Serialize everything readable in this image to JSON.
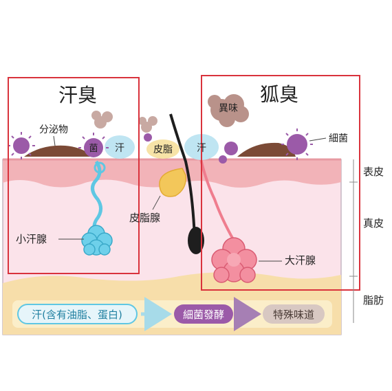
{
  "titles": {
    "sweat_odor": "汗臭",
    "fox_odor": "狐臭"
  },
  "surface_labels": {
    "secretion": "分泌物",
    "bacteria_small": "菌",
    "sweat_left": "汗",
    "sebum": "皮脂",
    "sweat_right": "汗",
    "odor_cloud": "異味",
    "bacteria": "細菌"
  },
  "gland_labels": {
    "small_sweat_gland": "小汗腺",
    "sebaceous_gland": "皮脂腺",
    "large_sweat_gland": "大汗腺"
  },
  "layer_labels": {
    "epidermis": "表皮",
    "dermis": "真皮",
    "fat": "脂肪"
  },
  "flow": {
    "step1": "汗(含有油脂、蛋白)",
    "step2": "細菌發酵",
    "step3": "特殊味道"
  },
  "colors": {
    "frame_red": "#d9323c",
    "skin_pink": "#f2b3b8",
    "dermis_pink": "#fbe3ea",
    "fat_yellow": "#f7deaa",
    "sweat_blue": "#5fc7e3",
    "bacteria_purple": "#9b5aa8",
    "sebum_yellow": "#f3c75a",
    "gland_pink": "#ef7d8e",
    "cloud_brown": "#b9928a"
  }
}
